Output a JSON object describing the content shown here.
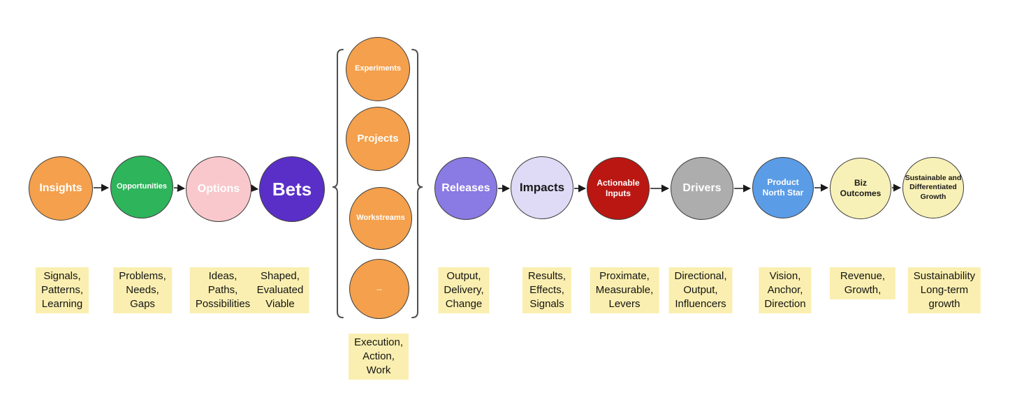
{
  "diagram_title": "Product flow from insights to sustainable growth",
  "colors": {
    "canvas_bg": "#FFFFFF",
    "orange": "#F4A04C",
    "green": "#2EB45B",
    "pink": "#F8C8CC",
    "deep_purple": "#5A2FC8",
    "medium_purple": "#8A7AE3",
    "lavender": "#DFDAF6",
    "dark_red": "#BA1712",
    "gray": "#ADADAD",
    "blue": "#5B9CE6",
    "pale_yellow": "#F8F1B7",
    "note_highlight": "#FAEFB0",
    "arrow": "#1A1A1A",
    "brace": "#4F4F4F"
  },
  "nodes": {
    "insights": {
      "label": "Insights"
    },
    "opportunities": {
      "label": "Opportunities"
    },
    "options": {
      "label": "Options"
    },
    "bets": {
      "label": "Bets"
    },
    "releases": {
      "label": "Releases"
    },
    "impacts": {
      "label": "Impacts"
    },
    "actionable_inputs": {
      "label": "Actionable\nInputs"
    },
    "drivers": {
      "label": "Drivers"
    },
    "product_north_star": {
      "label": "Product\nNorth Star"
    },
    "biz_outcomes": {
      "label": "Biz\nOutcomes"
    },
    "sustainable": {
      "label": "Sustainable and\nDifferentiated\nGrowth"
    }
  },
  "stack": {
    "experiments": {
      "label": "Experiments"
    },
    "projects": {
      "label": "Projects"
    },
    "workstreams": {
      "label": "Workstreams"
    },
    "more": {
      "label": "..."
    }
  },
  "annotations": {
    "insights": "Signals,\nPatterns,\nLearning",
    "opportunities": "Problems,\nNeeds,\nGaps",
    "options": "Ideas,\nPaths,\nPossibilities",
    "bets": "Shaped,\nEvaluated\nViable",
    "execution": "Execution,\nAction,\nWork",
    "releases": "Output,\nDelivery,\nChange",
    "impacts": "Results,\nEffects,\nSignals",
    "actionable_inputs": "Proximate,\nMeasurable,\nLevers",
    "drivers": "Directional,\nOutput,\nInfluencers",
    "product_north_star": "Vision,\nAnchor,\nDirection",
    "biz_outcomes": "Revenue,\nGrowth,",
    "sustainable": "Sustainability\nLong-term\ngrowth"
  }
}
